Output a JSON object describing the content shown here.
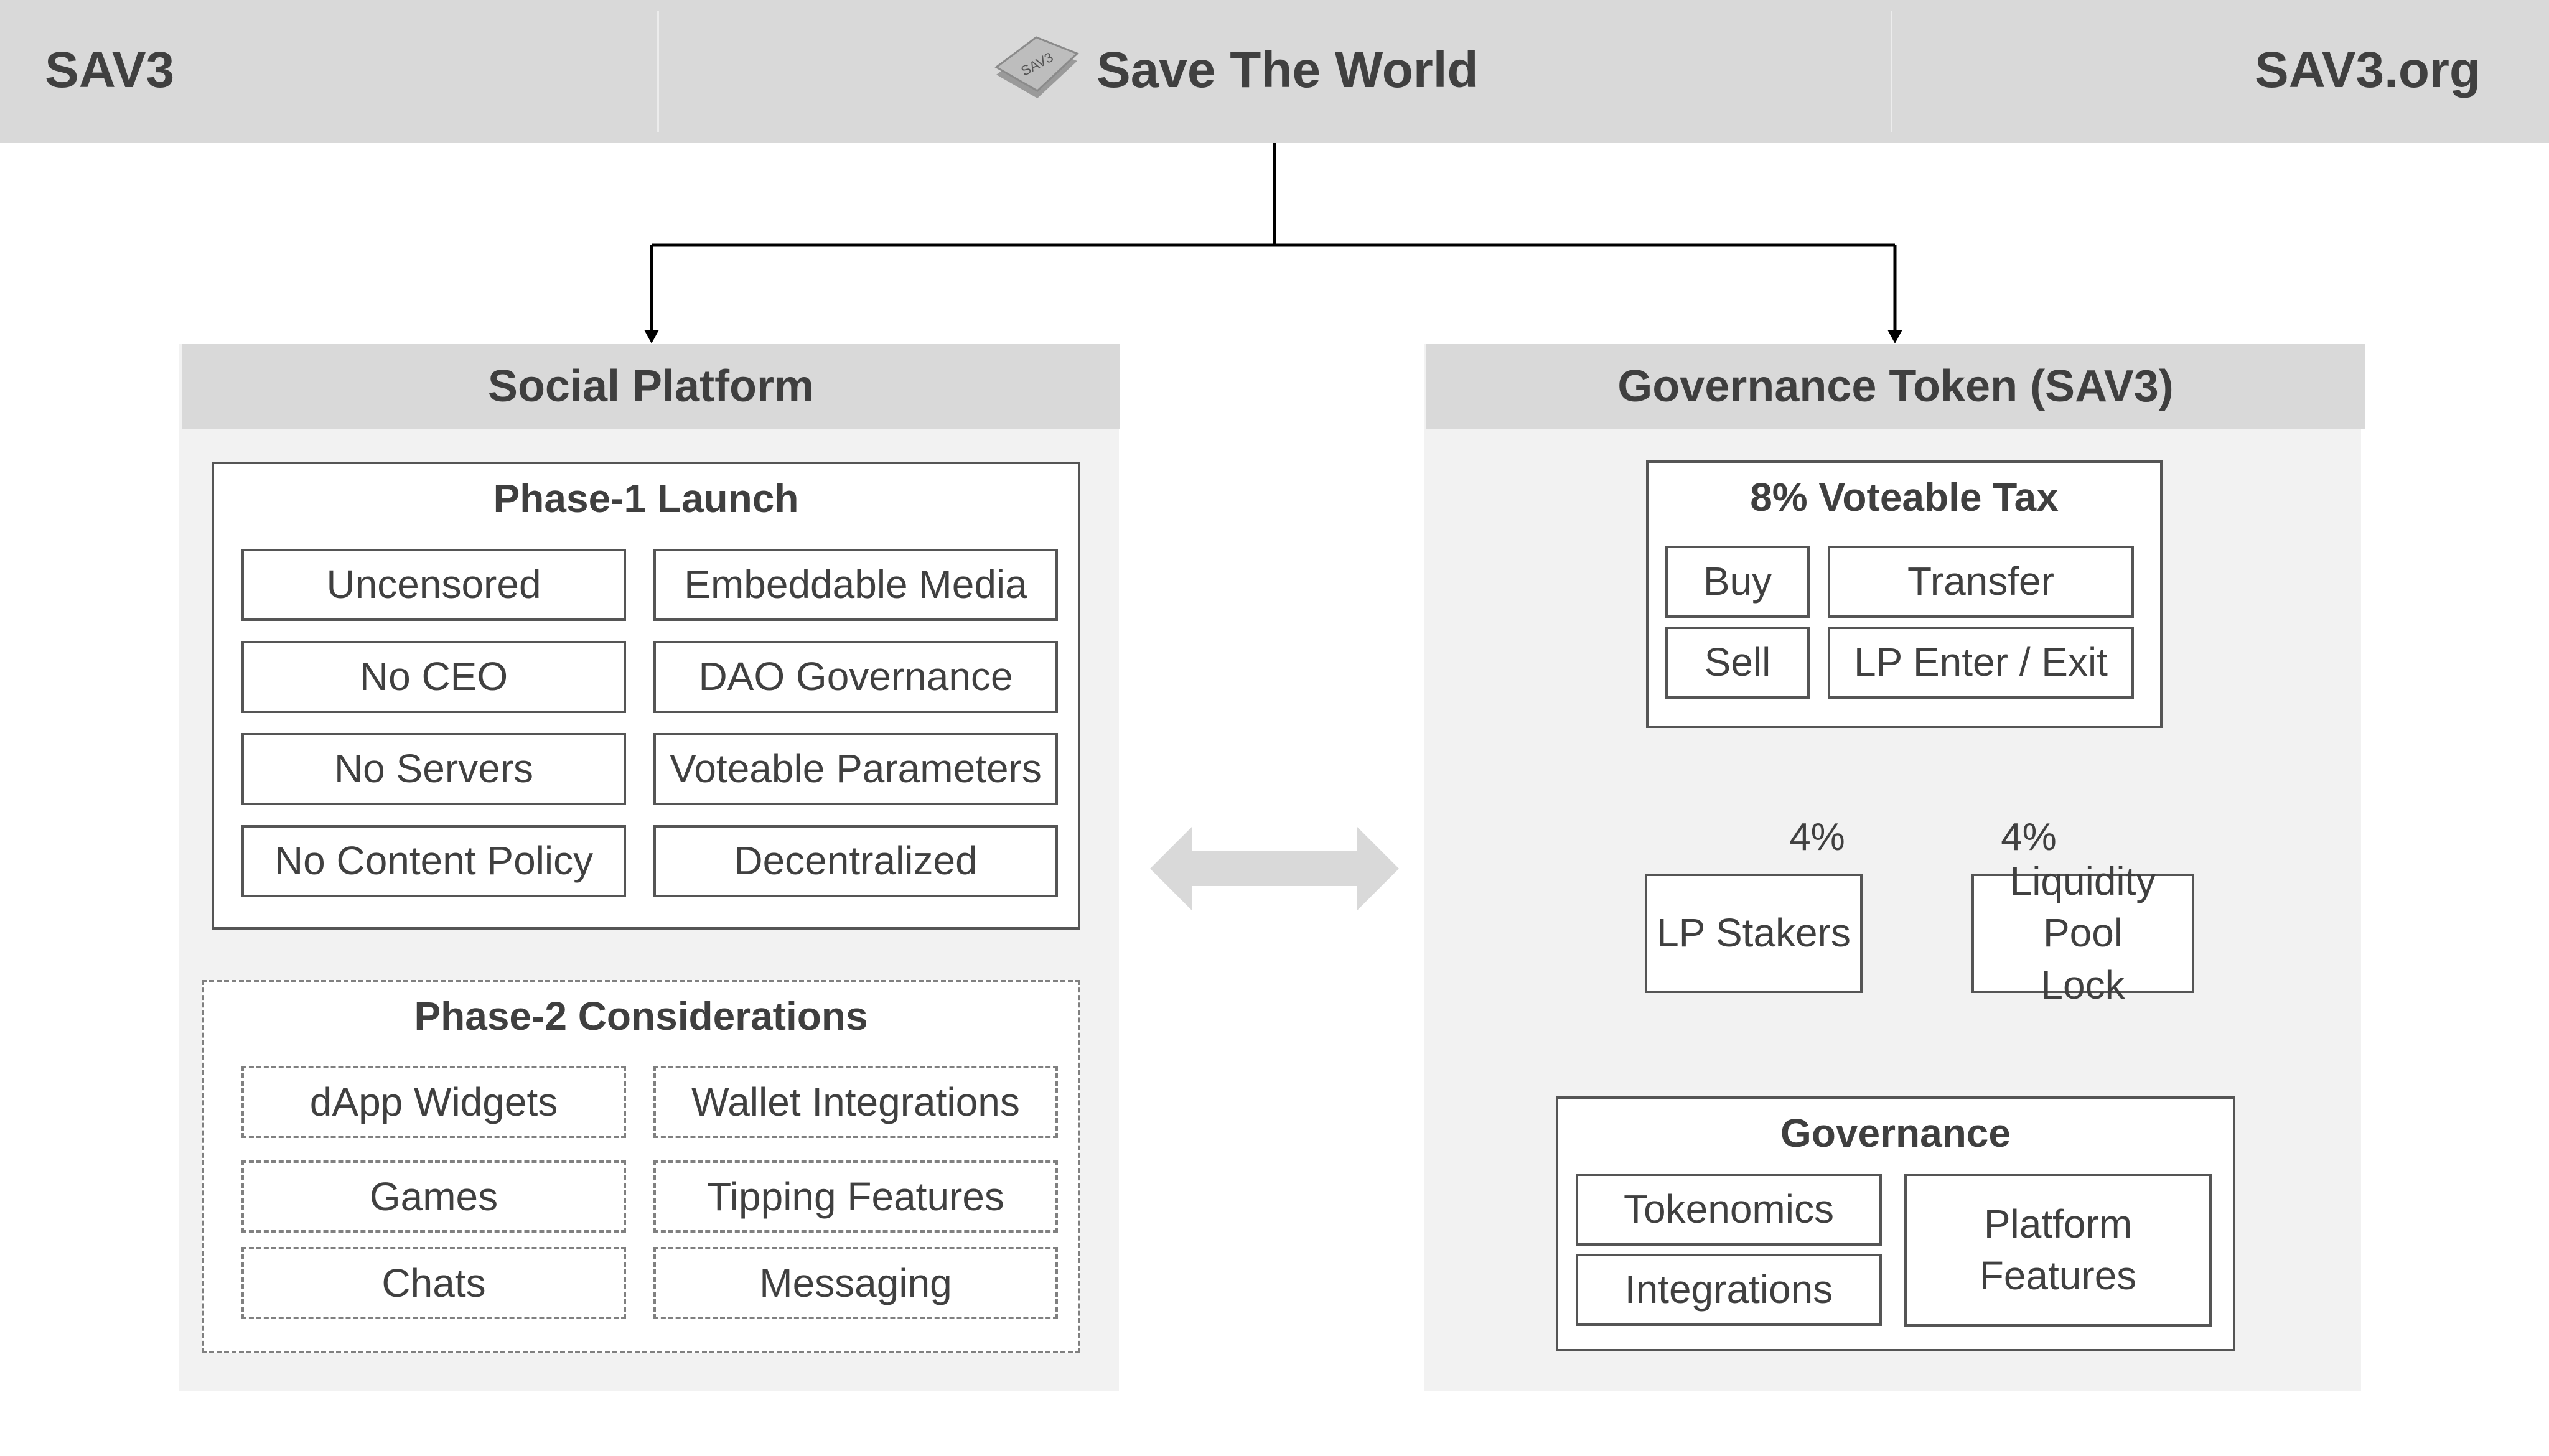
{
  "header": {
    "left_label": "SAV3",
    "center_title": "Save The World",
    "right_label": "SAV3.org",
    "logo_text": "SAV3"
  },
  "social_platform": {
    "title": "Social Platform",
    "phase1": {
      "title": "Phase-1 Launch",
      "items": [
        "Uncensored",
        "Embeddable Media",
        "No CEO",
        "DAO Governance",
        "No Servers",
        "Voteable Parameters",
        "No Content Policy",
        "Decentralized"
      ]
    },
    "phase2": {
      "title": "Phase-2 Considerations",
      "items": [
        "dApp Widgets",
        "Wallet Integrations",
        "Games",
        "Tipping Features",
        "Chats",
        "Messaging"
      ]
    }
  },
  "governance_token": {
    "title": "Governance Token (SAV3)",
    "tax": {
      "title": "8% Voteable Tax",
      "items": [
        "Buy",
        "Transfer",
        "Sell",
        "LP Enter / Exit"
      ]
    },
    "split_left_pct": "4%",
    "split_right_pct": "4%",
    "lp_stakers": "LP Stakers",
    "liquidity_lock": "Liquidity Pool Lock",
    "governance": {
      "title": "Governance",
      "items": [
        "Tokenomics",
        "Integrations",
        "Platform Features"
      ]
    }
  },
  "colors": {
    "header_bg": "#d9d9d9",
    "panel_bg": "#f2f2f2",
    "panel_header_bg": "#d9d9d9",
    "line": "#000000",
    "arrow_fill": "#d9d9d9"
  }
}
